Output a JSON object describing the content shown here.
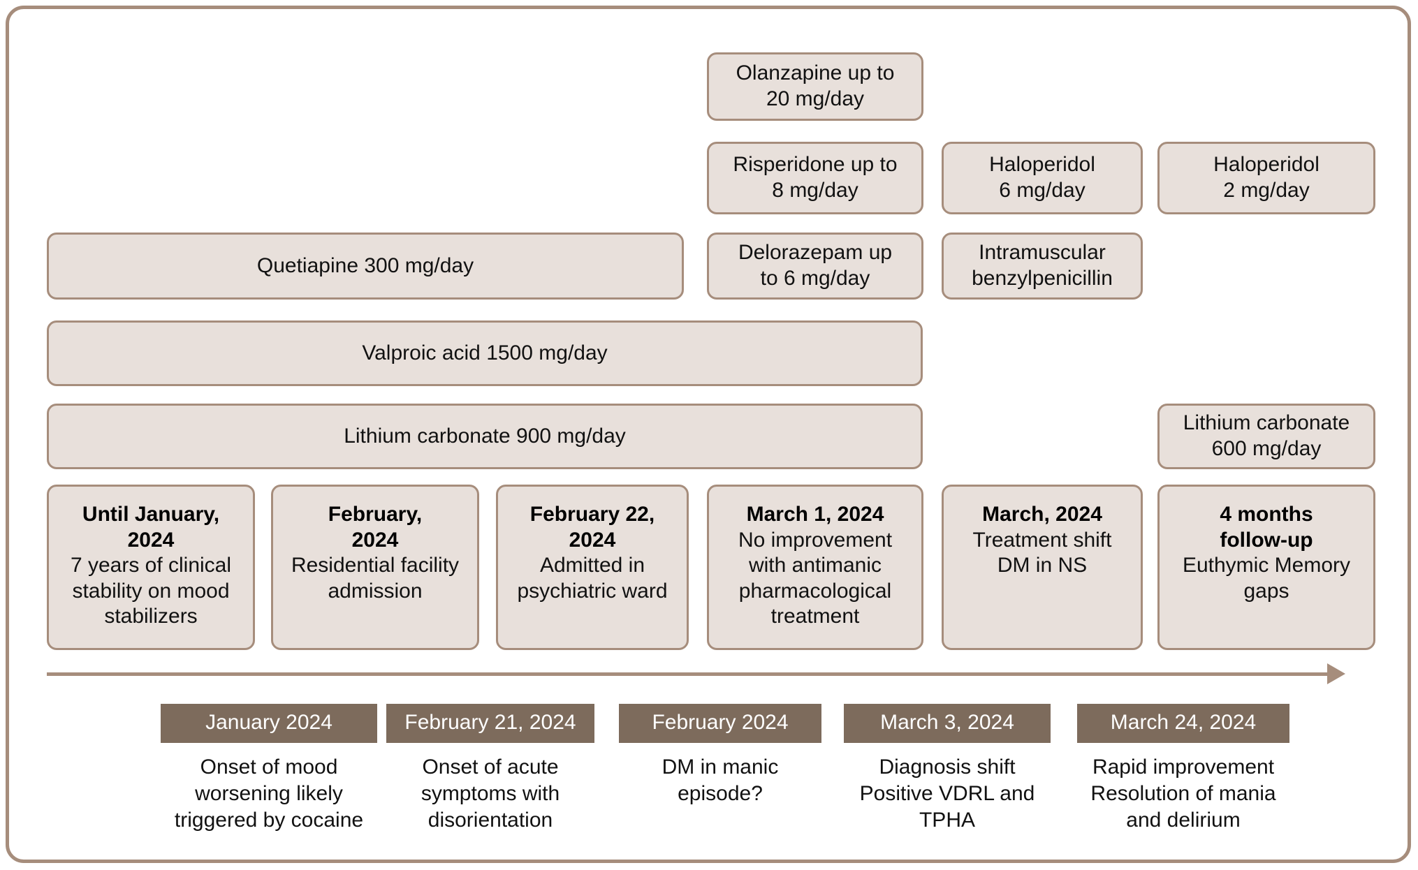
{
  "figure": {
    "frame_border_color": "#a68d7c",
    "box_fill_color": "#e8e0db",
    "box_border_color": "#a68d7c",
    "badge_color": "#7d6b5c",
    "axis_color": "#a68d7c"
  },
  "treatments": [
    {
      "id": "olanzapine",
      "label": "Olanzapine up to\n20 mg/day"
    },
    {
      "id": "risperidone",
      "label": "Risperidone up to\n8 mg/day"
    },
    {
      "id": "haloperidol-6",
      "label": "Haloperidol\n6 mg/day"
    },
    {
      "id": "haloperidol-2",
      "label": "Haloperidol\n2 mg/day"
    },
    {
      "id": "quetiapine",
      "label": "Quetiapine 300 mg/day"
    },
    {
      "id": "delorazepam",
      "label": "Delorazepam up\nto 6 mg/day"
    },
    {
      "id": "benzylpenicillin",
      "label": "Intramuscular\nbenzylpenicillin"
    },
    {
      "id": "valproic-acid",
      "label": "Valproic acid 1500 mg/day"
    },
    {
      "id": "lithium-900",
      "label": "Lithium carbonate 900 mg/day"
    },
    {
      "id": "lithium-600",
      "label": "Lithium carbonate\n600 mg/day"
    }
  ],
  "events": [
    {
      "id": "until-january-2024",
      "date": "Until January,\n2024",
      "description": "7 years of clinical\nstability on mood\nstabilizers"
    },
    {
      "id": "february-2024",
      "date": "February,\n2024",
      "description": "Residential facility\nadmission"
    },
    {
      "id": "february-22-2024",
      "date": "February 22,\n2024",
      "description": "Admitted in\npsychiatric ward"
    },
    {
      "id": "march-1-2024",
      "date": "March 1, 2024",
      "description": "No improvement\nwith antimanic\npharmacological\ntreatment"
    },
    {
      "id": "march-2024",
      "date": "March, 2024",
      "description": "Treatment shift\nDM in NS"
    },
    {
      "id": "four-months-follow-up",
      "date": "4 months\nfollow-up",
      "description": "Euthymic Memory\ngaps"
    }
  ],
  "milestones": [
    {
      "id": "january-2024",
      "badge": "January 2024",
      "caption": "Onset of mood\nworsening likely\ntriggered by cocaine"
    },
    {
      "id": "february-21-2024",
      "badge": "February 21, 2024",
      "caption": "Onset of acute\nsymptoms with\ndisorientation"
    },
    {
      "id": "february-2024-manic",
      "badge": "February 2024",
      "caption": "DM in manic\nepisode?"
    },
    {
      "id": "march-3-2024",
      "badge": "March 3, 2024",
      "caption": "Diagnosis shift\nPositive VDRL and\nTPHA"
    },
    {
      "id": "march-24-2024",
      "badge": "March 24, 2024",
      "caption": "Rapid improvement\nResolution of mania\nand delirium"
    }
  ]
}
